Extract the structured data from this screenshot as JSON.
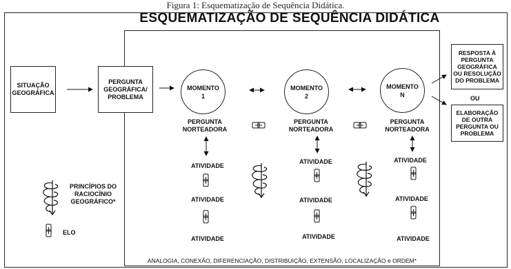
{
  "caption": "Figura 1: Esquematização de Sequência Didática.",
  "title": "ESQUEMATIZAÇÃO DE SEQUÊNCIA DIDÁTICA",
  "situacao": "SITUAÇÃO GEOGRÁFICA",
  "pergunta_problema": "PERGUNTA GEOGRÁFICA/ PROBLEMA",
  "momentos": [
    {
      "label": "MOMENTO",
      "num": "1"
    },
    {
      "label": "MOMENTO",
      "num": "2"
    },
    {
      "label": "MOMENTO",
      "num": "N"
    }
  ],
  "pergunta_norteadora": "PERGUNTA NORTEADORA",
  "atividade": "ATIVIDADE",
  "resposta": "RESPOSTA À PERGUNTA GEOGRÁFICA OU RESOLUÇÃO DO PROBLEMA",
  "ou": "OU",
  "elaboracao": "ELABORAÇÃO DE OUTRA PERGUNTA OU PROBLEMA",
  "legend": {
    "principios": "PRINCÍPIOS DO RACIOCÍNIO GEOGRÁFICO*",
    "elo": "ELO"
  },
  "footnote": "ANALOGIA, CONEXÃO, DIFERENCIAÇÃO, DISTRIBUIÇÃO, EXTENSÃO, LOCALIZAÇÃO e ORDEM*"
}
